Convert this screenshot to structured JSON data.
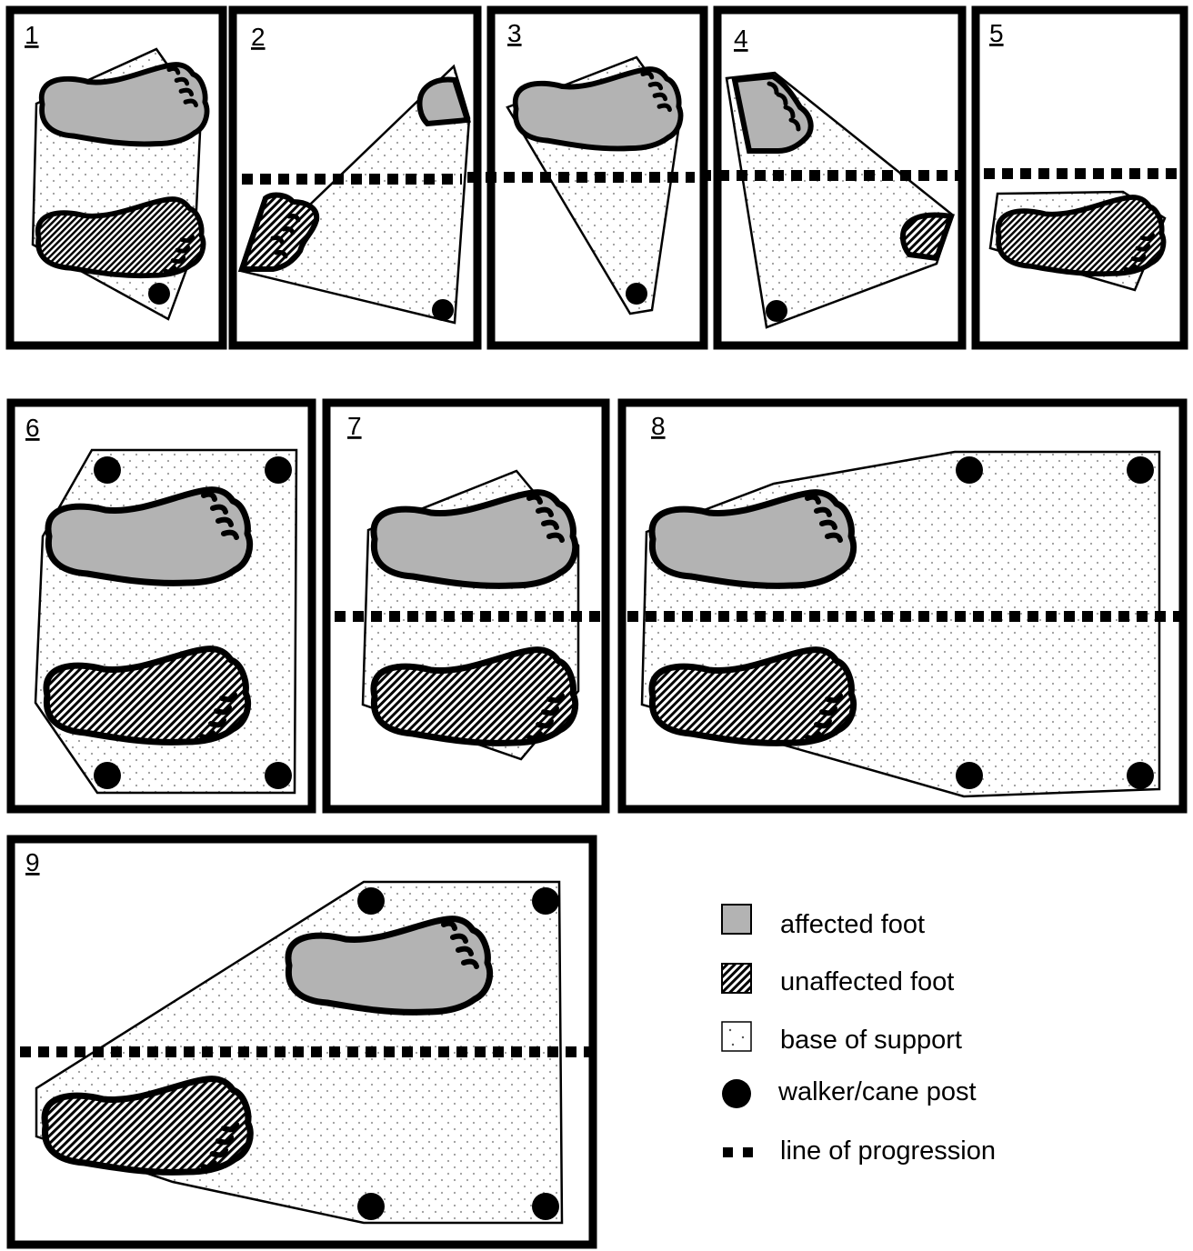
{
  "colors": {
    "affected_foot": "#b3b3b3",
    "unaffected_foot_hatch": "#000000",
    "base_of_support_dots": "#9a9a9a",
    "outline": "#000000",
    "background": "#ffffff"
  },
  "panels": [
    {
      "number": "1"
    },
    {
      "number": "2"
    },
    {
      "number": "3"
    },
    {
      "number": "4"
    },
    {
      "number": "5"
    },
    {
      "number": "6"
    },
    {
      "number": "7"
    },
    {
      "number": "8"
    },
    {
      "number": "9"
    }
  ],
  "legend": {
    "affected_foot": "affected foot",
    "unaffected_foot": "unaffected foot",
    "base_of_support": "base of support",
    "walker_cane_post": "walker/cane post",
    "line_of_progression": "line of progression"
  }
}
